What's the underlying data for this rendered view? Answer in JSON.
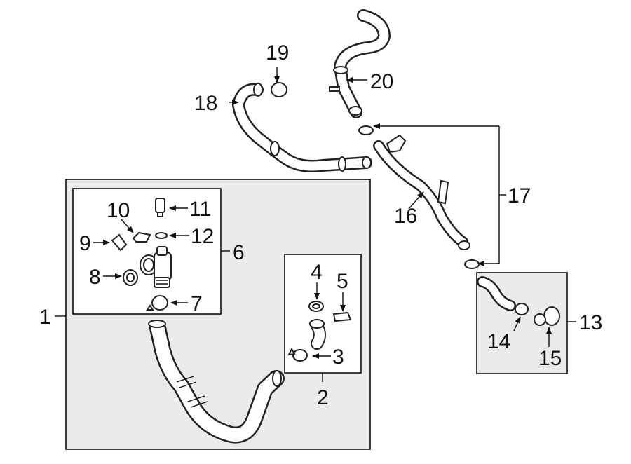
{
  "diagram": {
    "callouts": {
      "c1": "1",
      "c2": "2",
      "c3": "3",
      "c4": "4",
      "c5": "5",
      "c6": "6",
      "c7": "7",
      "c8": "8",
      "c9": "9",
      "c10": "10",
      "c11": "11",
      "c12": "12",
      "c13": "13",
      "c14": "14",
      "c15": "15",
      "c16": "16",
      "c17": "17",
      "c18": "18",
      "c19": "19",
      "c20": "20"
    },
    "colors": {
      "box_fill": "#ebebeb",
      "line": "#111111",
      "part_fill": "#ffffff"
    }
  }
}
